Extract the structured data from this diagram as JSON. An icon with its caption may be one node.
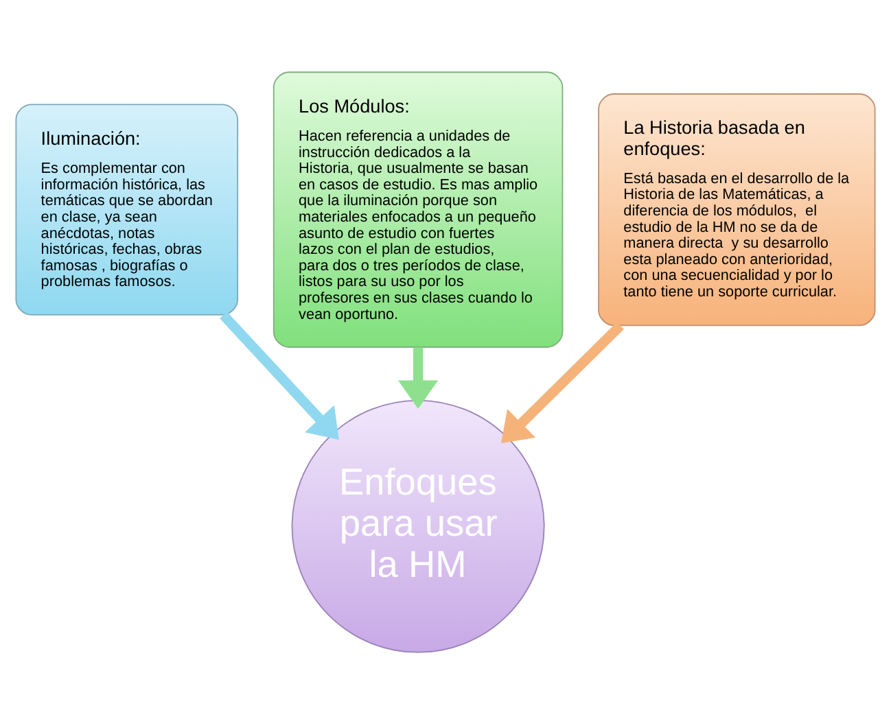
{
  "diagram": {
    "nodes": [
      {
        "text": [
          "Iluminación:",
          "Es complementar con información histórica, las temáticas que se abordan en clase, ya sean anécdotas, notas históricas, fechas, obras famosas , biografías o problemas famosos."
        ]
      },
      {
        "text": [
          "Los Módulos:",
          "Hacen referencia a unidades de instrucción dedicados a la Historia, que usualmente se basan en casos de estudio. Es mas amplio que la iluminación porque son materiales enfocados a un pequeño asunto de estudio con fuertes lazos con el plan de estudios, para dos o tres períodos de clase, listos para su uso por los profesores en sus clases cuando lo vean oportuno."
        ]
      },
      {
        "text": [
          "La Historia basada en enfoques:",
          "Está basada en el desarrollo de la Historia de las Matemáticas, a diferencia de los módulos,  el estudio de la HM no se da de manera directa  y su desarrollo esta planeado con anterioridad, con una secuencialidad y por lo tanto tiene un soporte curricular."
        ]
      },
      {
        "text": [
          "Enfoques para usar la HM"
        ]
      }
    ],
    "edges": [
      {
        "from": 0,
        "to": 3,
        "arrow": "to",
        "color": "#8fd8f0"
      },
      {
        "from": 1,
        "to": 3,
        "arrow": "to",
        "color": "#8ee08e"
      },
      {
        "from": 2,
        "to": 3,
        "arrow": "to",
        "color": "#f5b37a"
      }
    ]
  }
}
